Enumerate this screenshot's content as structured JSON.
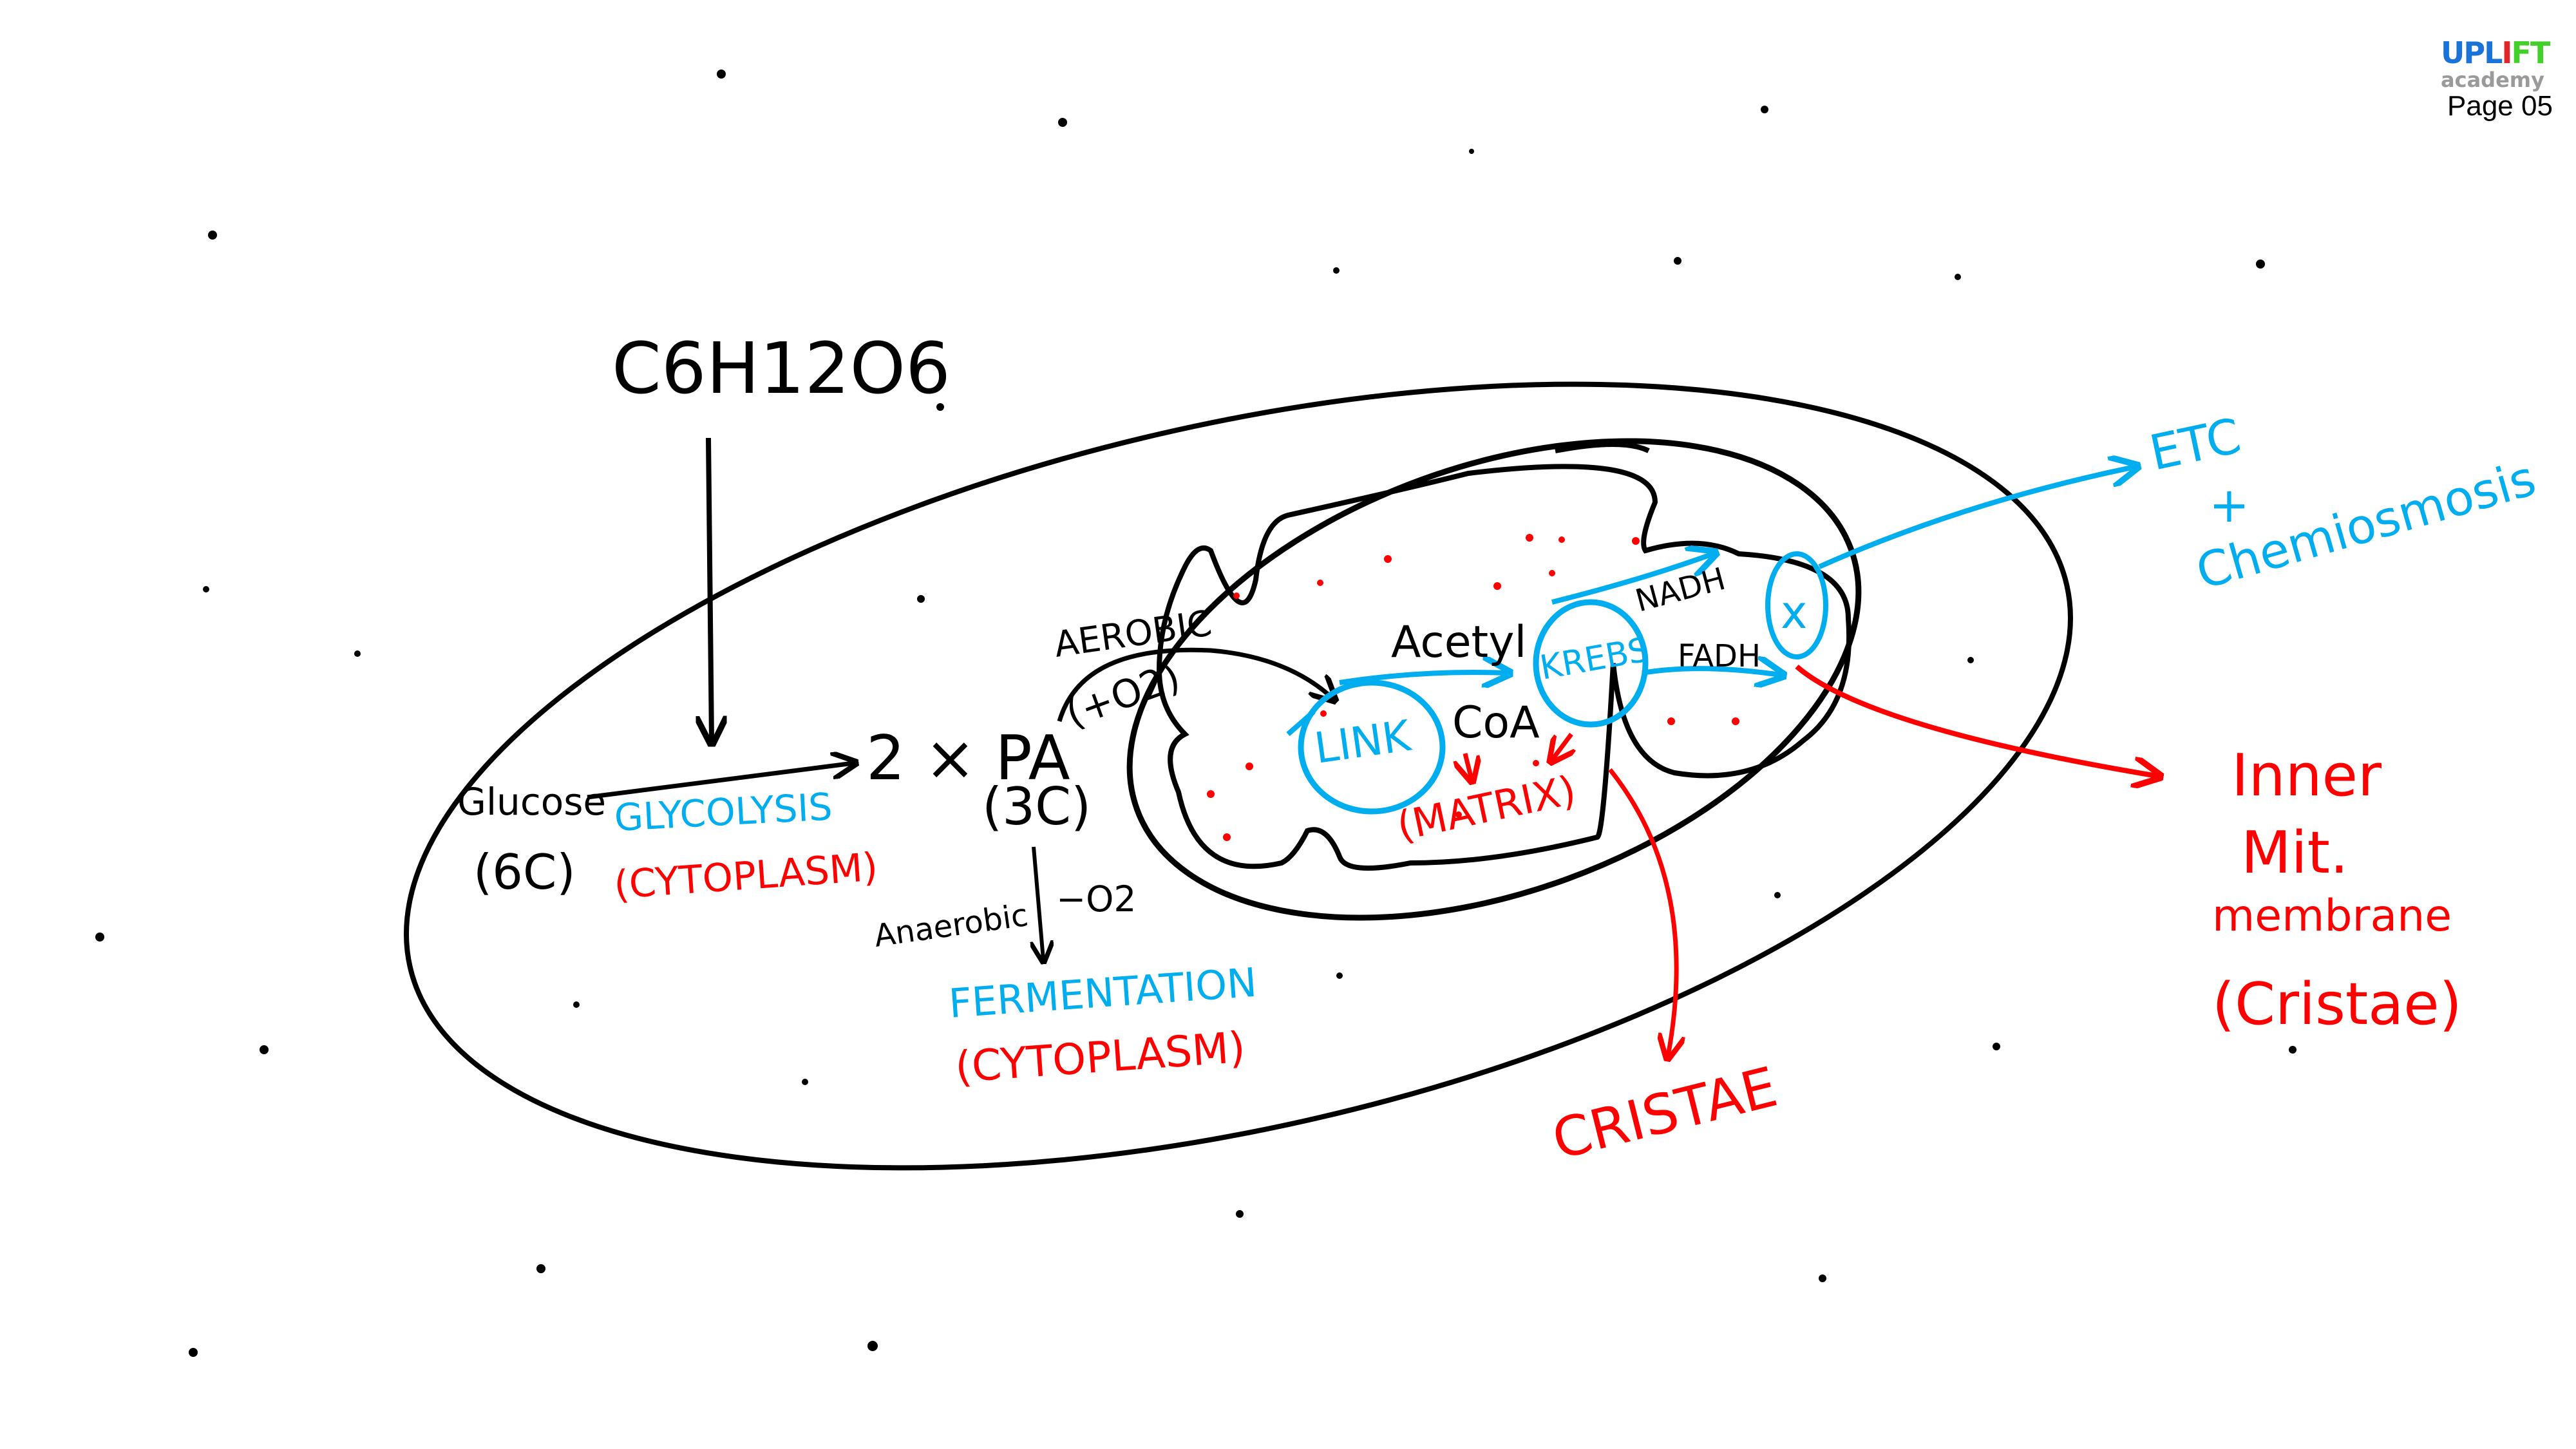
{
  "logo": {
    "text_part1": "UPL",
    "text_part2": "I",
    "text_part3": "FT",
    "subtitle": "academy"
  },
  "page_label": "Page 05",
  "colors": {
    "ink": "#000000",
    "blue": "#00aeef",
    "red": "#ff0000"
  },
  "diagram": {
    "formula": "C6H12O6",
    "glucose": "Glucose",
    "glucose_carbons": "(6C)",
    "glycolysis": "GLYCOLYSIS",
    "glycolysis_location": "(CYTOPLASM)",
    "pyruvate": "2 × PA",
    "pyruvate_carbons": "(3C)",
    "aerobic": "AEROBIC",
    "aerobic_condition": "(+O2)",
    "anaerobic": "Anaerobic",
    "anaerobic_condition": "−O2",
    "fermentation": "FERMENTATION",
    "fermentation_location": "(CYTOPLASM)",
    "link": "LINK",
    "acetyl": "Acetyl",
    "coa": "CoA",
    "krebs": "KREBS",
    "nadh": "NADH",
    "fadh": "FADH",
    "matrix": "(MATRIX)",
    "etc": "ETC",
    "plus": "+",
    "chemiosmosis": "Chemiosmosis",
    "inner_line1": "Inner",
    "inner_line2": "Mit.",
    "inner_line3": "membrane",
    "inner_line4": "(Cristae)",
    "cristae": "CRISTAE"
  }
}
